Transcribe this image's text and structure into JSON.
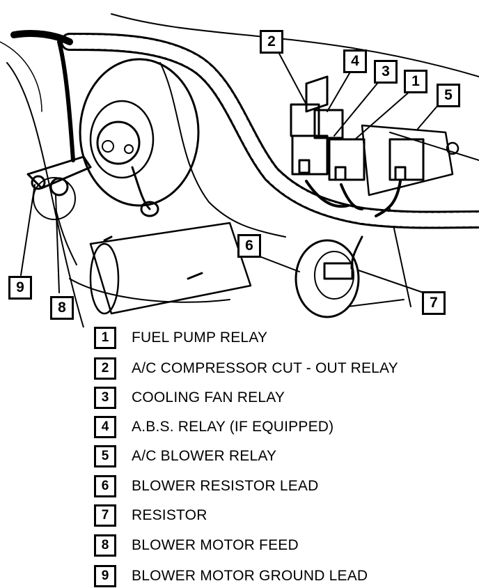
{
  "callouts": [
    {
      "num": "1"
    },
    {
      "num": "2"
    },
    {
      "num": "3"
    },
    {
      "num": "4"
    },
    {
      "num": "5"
    },
    {
      "num": "6"
    },
    {
      "num": "7"
    },
    {
      "num": "8"
    },
    {
      "num": "9"
    }
  ],
  "legend": [
    {
      "num": "1",
      "label": "FUEL PUMP RELAY"
    },
    {
      "num": "2",
      "label": "A/C COMPRESSOR CUT - OUT RELAY"
    },
    {
      "num": "3",
      "label": "COOLING FAN RELAY"
    },
    {
      "num": "4",
      "label": "A.B.S. RELAY (IF EQUIPPED)"
    },
    {
      "num": "5",
      "label": "A/C BLOWER RELAY"
    },
    {
      "num": "6",
      "label": "BLOWER RESISTOR LEAD"
    },
    {
      "num": "7",
      "label": "RESISTOR"
    },
    {
      "num": "8",
      "label": "BLOWER MOTOR FEED"
    },
    {
      "num": "9",
      "label": "BLOWER MOTOR GROUND LEAD"
    }
  ]
}
